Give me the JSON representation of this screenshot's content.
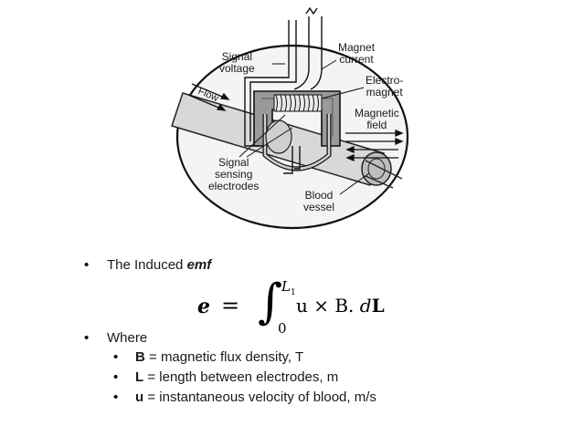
{
  "figure": {
    "labels": {
      "signal_voltage": "Signal\nvoltage",
      "magnet_current": "Magnet\ncurrent",
      "electromagnet": "Electro-\nmagnet",
      "magnetic_field": "Magnetic\nfield",
      "flow": "Flow",
      "signal_sensing_electrodes": "Signal\nsensing\nelectrodes",
      "blood_vessel": "Blood\nvessel"
    }
  },
  "content": {
    "induced": {
      "prefix": "The Induced ",
      "emphasis": "emf"
    },
    "equation": {
      "lhs": "e",
      "equals": "=",
      "upper_limit": "L",
      "upper_limit_sub": "1",
      "lower_limit": "0",
      "integrand_pre": "u × B. ",
      "integrand_d": "d",
      "integrand_L": "L"
    },
    "where": "Where",
    "definitions": [
      {
        "symbol": "B",
        "text": " = magnetic flux density, T"
      },
      {
        "symbol": "L",
        "text": " = length between electrodes, m"
      },
      {
        "symbol": "u",
        "text": " = instantaneous velocity of blood, m/s"
      }
    ]
  }
}
